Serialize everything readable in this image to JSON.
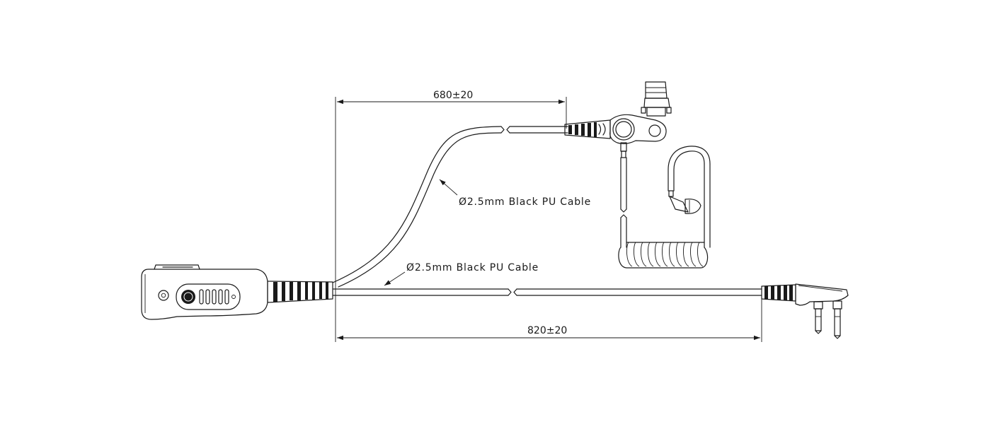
{
  "dimensions": {
    "top": "680±20",
    "bottom": "820±20"
  },
  "cables": {
    "upper_label": "Ø2.5mm Black PU Cable",
    "lower_label": "Ø2.5mm Black PU Cable"
  },
  "colors": {
    "line": "#1a1a1a",
    "background": "#ffffff"
  }
}
